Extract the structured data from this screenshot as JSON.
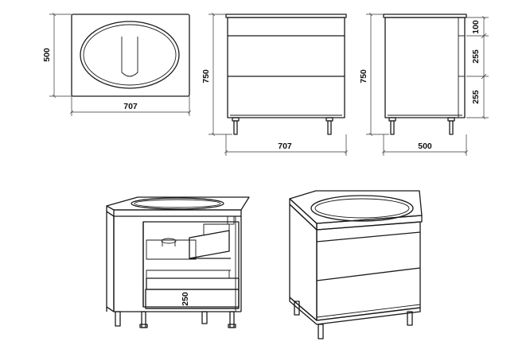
{
  "top_view": {
    "width_label": "707",
    "depth_label": "500"
  },
  "front_view": {
    "height_label": "750",
    "width_label": "707"
  },
  "side_view": {
    "height_label": "750",
    "depth_label": "500",
    "drawer_top_label": "100",
    "drawer_middle_label": "255",
    "drawer_bottom_label": "255"
  },
  "open_cabinet_view": {
    "plinth_label": "250"
  }
}
